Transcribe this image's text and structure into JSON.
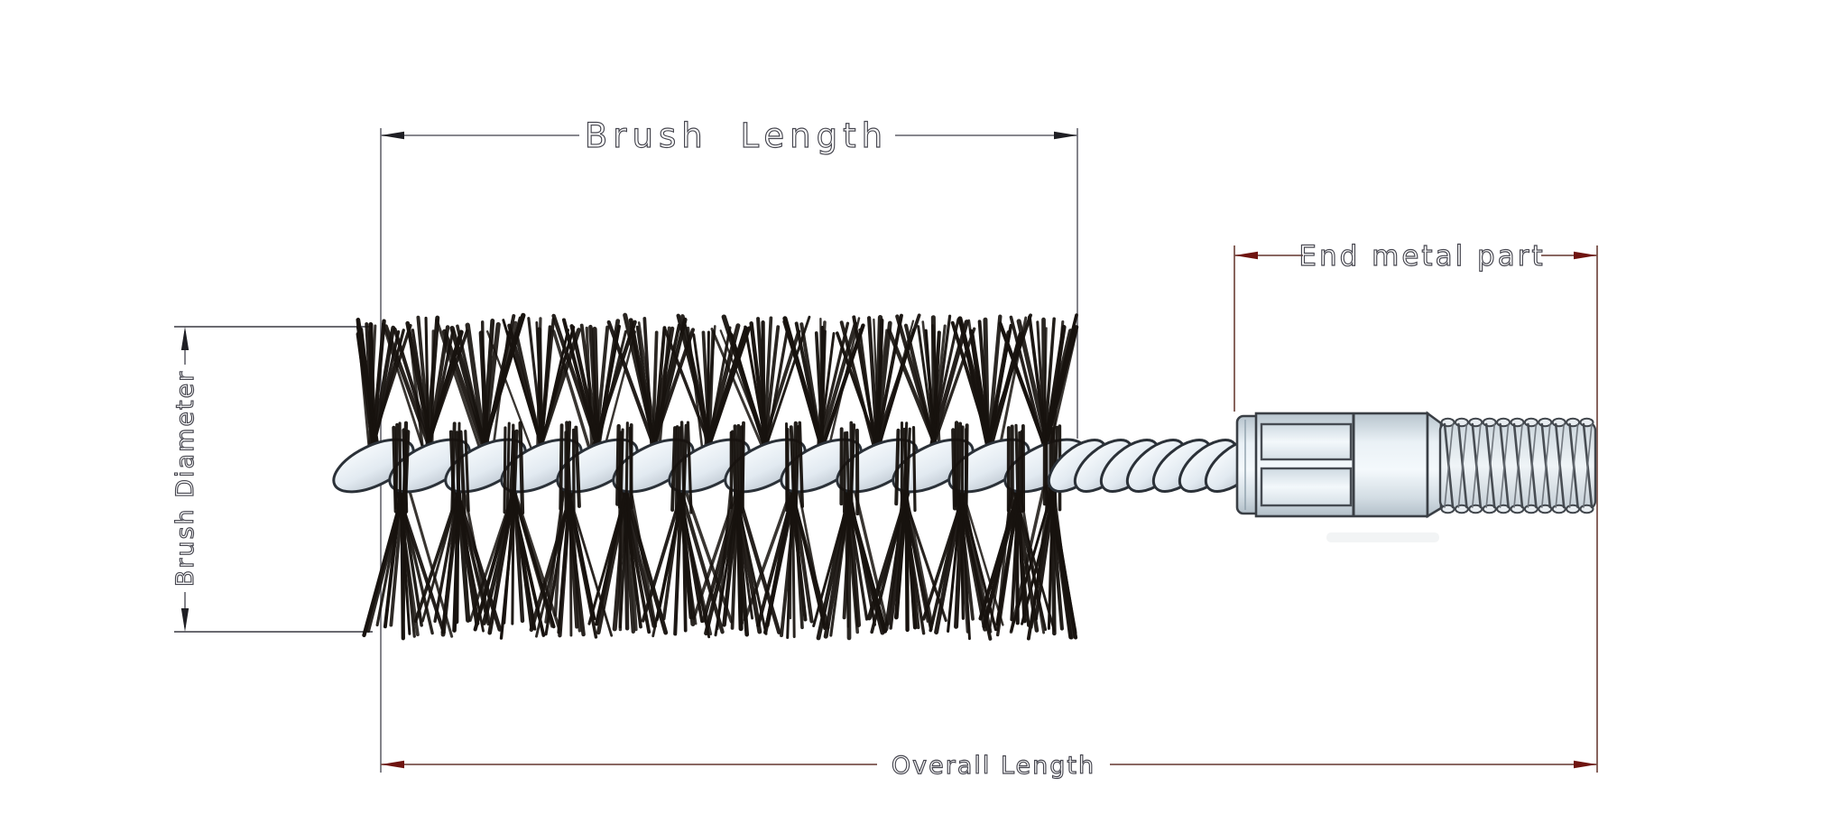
{
  "diagram": {
    "title": "Tube brush technical drawing",
    "labels": {
      "brush_length": "Brush Length",
      "end_metal_part": "End metal part",
      "overall_length": "Overall Length",
      "brush_diameter": "Brush Diameter"
    },
    "colors": {
      "background": "#ffffff",
      "label_text": "#45454e",
      "neutral_dim_line": "#76767e",
      "neutral_arrow": "#1f1f24",
      "accent_dim_line": "#7a534b",
      "accent_arrow": "#6f1410",
      "bristle": "#17120e",
      "wire_fill_light": "#eef3f8",
      "wire_fill_shade": "#c9d2da",
      "wire_outline": "#2b3138",
      "metal_fill_light": "#f2f7fa",
      "metal_fill_shade": "#b7c4cd",
      "metal_outline": "#3a3f45",
      "thread_hatch": "#41464c"
    }
  }
}
